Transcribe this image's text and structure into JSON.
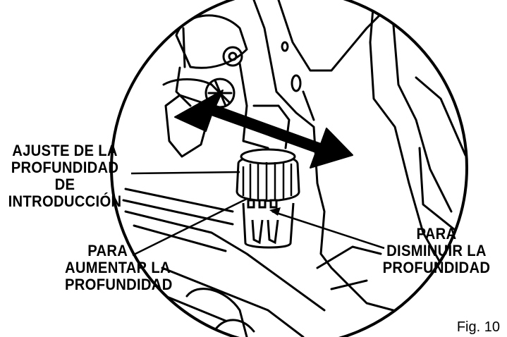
{
  "callouts": {
    "depth_adjust": [
      "AJUSTE DE LA",
      "PROFUNDIDAD",
      "DE",
      "INTRODUCCIÓN"
    ],
    "increase_depth": [
      "PARA",
      "AUMENTAR LA",
      "PROFUNDIDAD"
    ],
    "decrease_depth": [
      "PARA",
      "DISMINUIR LA",
      "PROFUNDIDAD"
    ]
  },
  "figure_label": "Fig. 10",
  "colors": {
    "ink": "#000000",
    "paper": "#ffffff"
  },
  "icons": {
    "arrow": "double-headed-arrow-icon"
  }
}
